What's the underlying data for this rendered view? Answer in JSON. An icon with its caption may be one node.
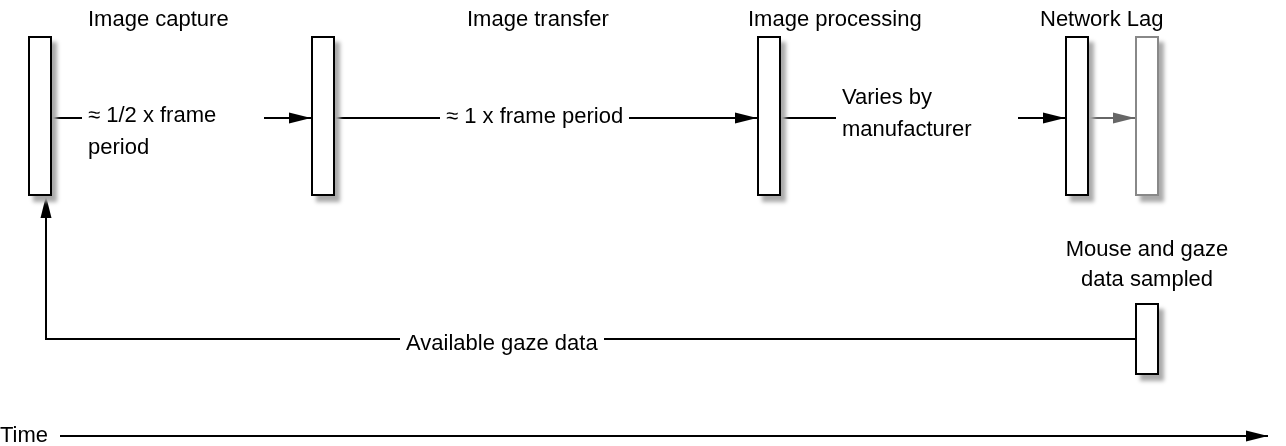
{
  "diagram": {
    "nodes": [
      {
        "text": [],
        "shape": "bar"
      },
      {
        "text": [],
        "shape": "bar"
      },
      {
        "text": [],
        "shape": "bar"
      },
      {
        "text": [],
        "shape": "bar"
      },
      {
        "text": [],
        "shape": "bar"
      },
      {
        "text": [],
        "shape": "bar",
        "beside": [
          "Mouse and gaze data sampled"
        ]
      }
    ],
    "edges": [
      {
        "from": 0,
        "to": 1,
        "arrow": "to",
        "label": "≈ 1/2 x frame period"
      },
      {
        "from": 1,
        "to": 2,
        "arrow": "to",
        "label": "≈ 1 x frame period"
      },
      {
        "from": 2,
        "to": 3,
        "arrow": "to",
        "label": "Varies by manufacturer"
      },
      {
        "from": 3,
        "to": 4,
        "arrow": "to",
        "color": "#666666"
      },
      {
        "from": 5,
        "to": 0,
        "arrow": "to",
        "label": "Available gaze data"
      }
    ],
    "labels": [
      "Image capture",
      "Image transfer",
      "Image processing",
      "Network Lag",
      "Time"
    ]
  }
}
